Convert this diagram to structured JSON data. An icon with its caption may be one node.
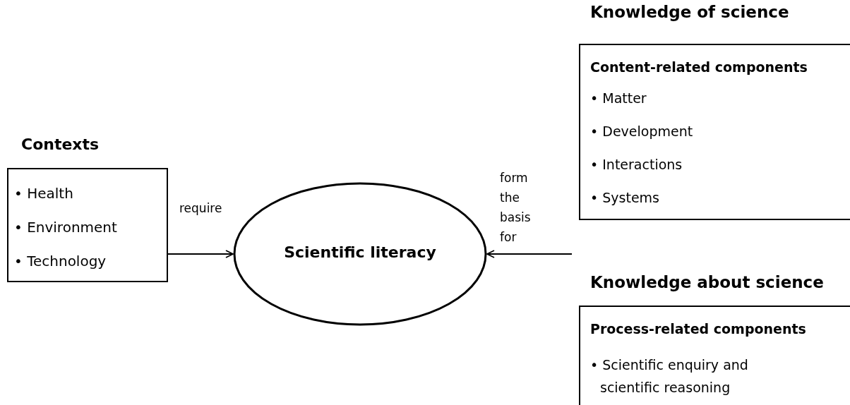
{
  "diagram": {
    "nodes": [
      {
        "text": [
          "Contexts",
          "• Health",
          "• Environment",
          "• Technology"
        ]
      },
      {
        "text": [
          "Scientific literacy"
        ]
      },
      {
        "text": [
          "Knowledge of science",
          "Content-related components",
          "• Matter",
          "• Development",
          "• Interactions",
          "• Systems"
        ]
      },
      {
        "text": [
          "Knowledge about science",
          "Process-related components",
          "• Scientific enquiry and scientific reasoning"
        ]
      }
    ],
    "edges": [
      {
        "from": 0,
        "to": 1,
        "arrow": "to",
        "label": "require"
      },
      {
        "from": null,
        "to": 1,
        "arrow": "to",
        "label": "form the basis for"
      }
    ]
  }
}
